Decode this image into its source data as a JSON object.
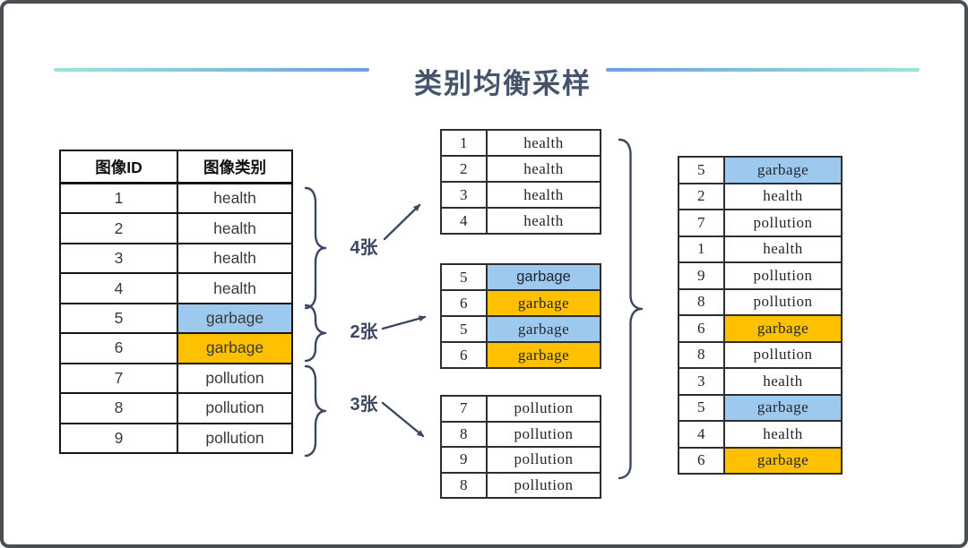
{
  "title": "类别均衡采样",
  "source_table": {
    "headers": [
      "图像ID",
      "图像类别"
    ],
    "rows": [
      {
        "id": "1",
        "label": "health",
        "highlight": "none"
      },
      {
        "id": "2",
        "label": "health",
        "highlight": "none"
      },
      {
        "id": "3",
        "label": "health",
        "highlight": "none"
      },
      {
        "id": "4",
        "label": "health",
        "highlight": "none"
      },
      {
        "id": "5",
        "label": "garbage",
        "highlight": "blue"
      },
      {
        "id": "6",
        "label": "garbage",
        "highlight": "orange"
      },
      {
        "id": "7",
        "label": "pollution",
        "highlight": "none"
      },
      {
        "id": "8",
        "label": "pollution",
        "highlight": "none"
      },
      {
        "id": "9",
        "label": "pollution",
        "highlight": "none"
      }
    ]
  },
  "sampling_groups": [
    {
      "count_label": "4张",
      "rows": [
        {
          "id": "1",
          "label": "health",
          "highlight": "none"
        },
        {
          "id": "2",
          "label": "health",
          "highlight": "none"
        },
        {
          "id": "3",
          "label": "health",
          "highlight": "none"
        },
        {
          "id": "4",
          "label": "health",
          "highlight": "none"
        }
      ]
    },
    {
      "count_label": "2张",
      "rows": [
        {
          "id": "5",
          "label": "garbage",
          "highlight": "blue"
        },
        {
          "id": "6",
          "label": "garbage",
          "highlight": "orange"
        },
        {
          "id": "5",
          "label": "garbage",
          "highlight": "blue"
        },
        {
          "id": "6",
          "label": "garbage",
          "highlight": "orange"
        }
      ]
    },
    {
      "count_label": "3张",
      "rows": [
        {
          "id": "7",
          "label": "pollution",
          "highlight": "none"
        },
        {
          "id": "8",
          "label": "pollution",
          "highlight": "none"
        },
        {
          "id": "9",
          "label": "pollution",
          "highlight": "none"
        },
        {
          "id": "8",
          "label": "pollution",
          "highlight": "none"
        }
      ]
    }
  ],
  "result_table": {
    "rows": [
      {
        "id": "5",
        "label": "garbage",
        "highlight": "blue"
      },
      {
        "id": "2",
        "label": "health",
        "highlight": "none"
      },
      {
        "id": "7",
        "label": "pollution",
        "highlight": "none"
      },
      {
        "id": "1",
        "label": "health",
        "highlight": "none"
      },
      {
        "id": "9",
        "label": "pollution",
        "highlight": "none"
      },
      {
        "id": "8",
        "label": "pollution",
        "highlight": "none"
      },
      {
        "id": "6",
        "label": "garbage",
        "highlight": "orange"
      },
      {
        "id": "8",
        "label": "pollution",
        "highlight": "none"
      },
      {
        "id": "3",
        "label": "health",
        "highlight": "none"
      },
      {
        "id": "5",
        "label": "garbage",
        "highlight": "blue"
      },
      {
        "id": "4",
        "label": "health",
        "highlight": "none"
      },
      {
        "id": "6",
        "label": "garbage",
        "highlight": "orange"
      }
    ]
  },
  "colors": {
    "highlight_blue": "#9DC9EE",
    "highlight_orange": "#FFC000",
    "title_text": "#44546A",
    "shape_stroke": "#3C4860",
    "accent_line_blue": "#6E9FDB",
    "accent_line_teal": "#9EE2DC"
  }
}
